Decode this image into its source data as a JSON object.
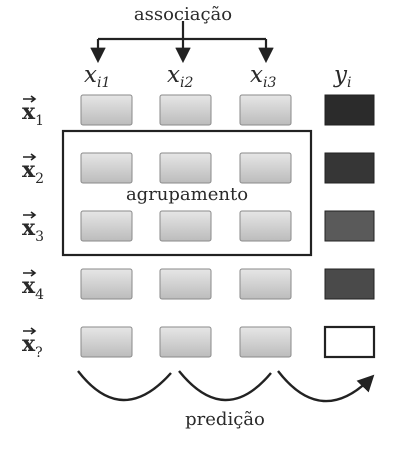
{
  "labels": {
    "association": "associação",
    "grouping": "agrupamento",
    "prediction": "predição"
  },
  "columns": {
    "feature_base": "x",
    "feature_subs": [
      "i1",
      "i2",
      "i3"
    ],
    "target_base": "y",
    "target_sub": "i"
  },
  "rows": [
    {
      "base": "x",
      "sub": "1",
      "target_shade": "#2b2b2b",
      "target_empty": false
    },
    {
      "base": "x",
      "sub": "2",
      "target_shade": "#363636",
      "target_empty": false
    },
    {
      "base": "x",
      "sub": "3",
      "target_shade": "#5a5a5a",
      "target_empty": false
    },
    {
      "base": "x",
      "sub": "4",
      "target_shade": "#4a4a4a",
      "target_empty": false
    },
    {
      "base": "x",
      "sub": "?",
      "target_shade": "#ffffff",
      "target_empty": true
    }
  ],
  "colors": {
    "feature_cell_top": "#e4e4e4",
    "feature_cell_bottom": "#bdbdbd",
    "stroke": "#222222"
  }
}
